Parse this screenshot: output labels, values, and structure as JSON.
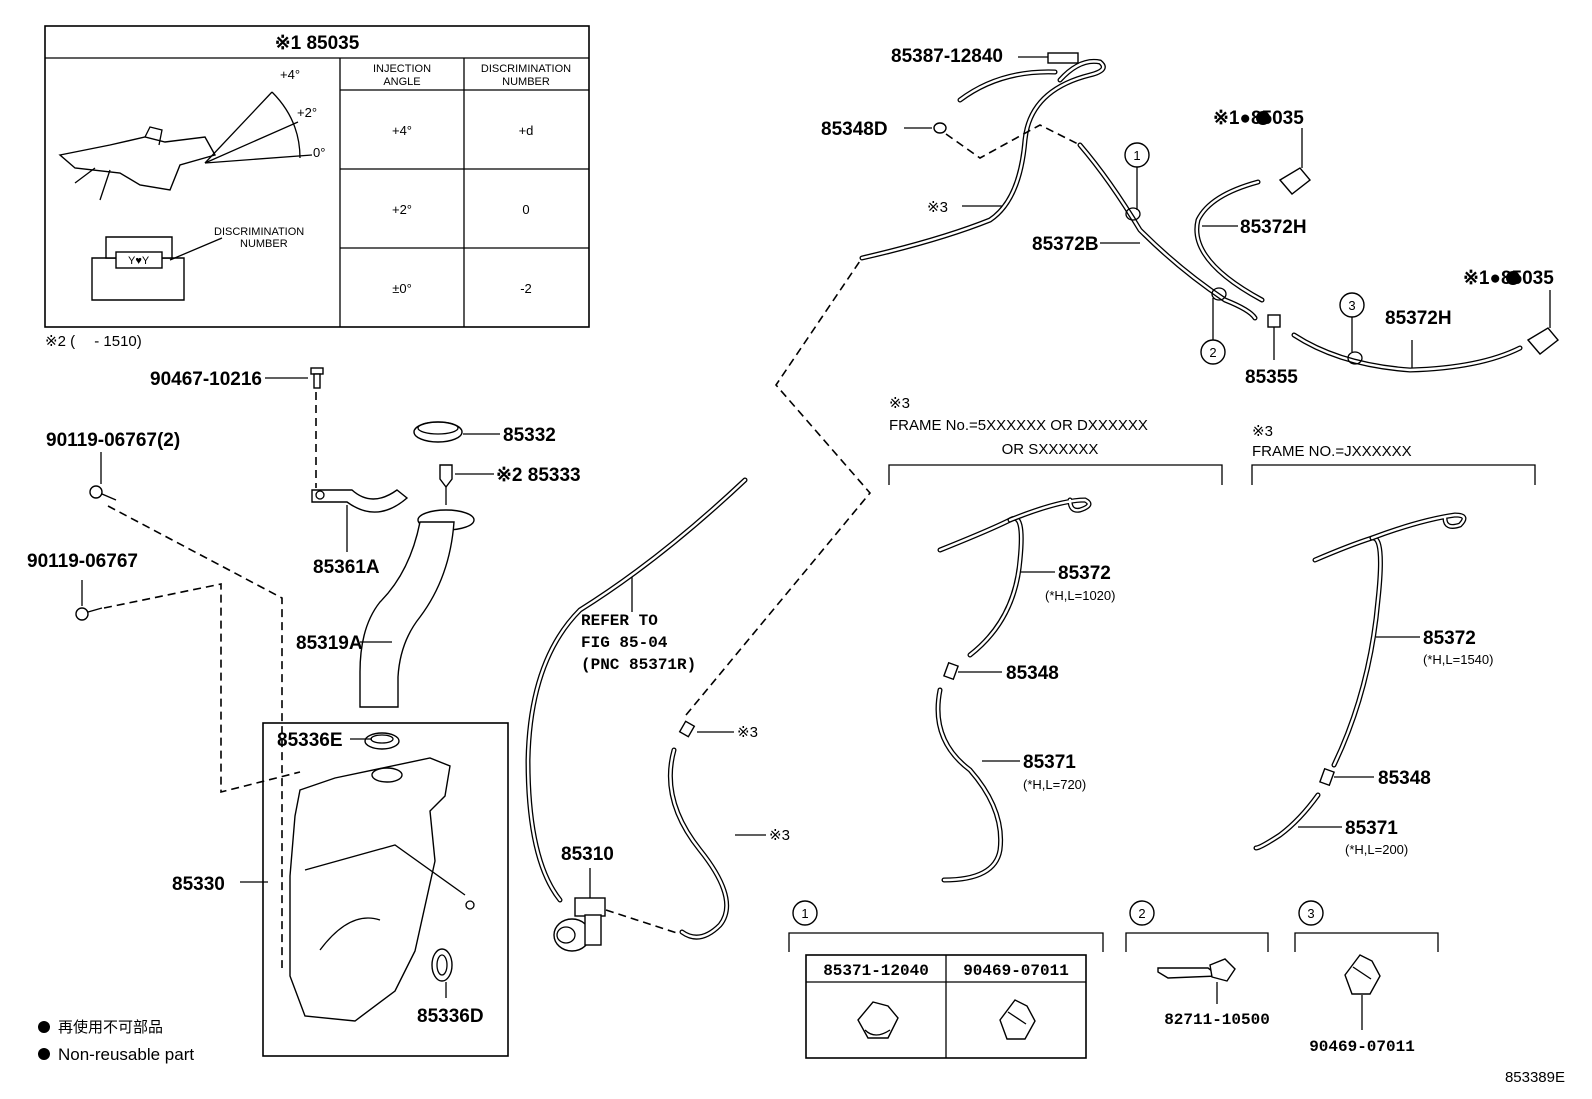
{
  "colors": {
    "line": "#000000",
    "background": "#ffffff"
  },
  "inset": {
    "title": "※1 85035",
    "angles": [
      "+4°",
      "+2°",
      "0°"
    ],
    "discrimination_label_1": "DISCRIMINATION",
    "discrimination_label_2": "NUMBER",
    "nozzle_mark": "Y♥Y",
    "header_col1_line1": "INJECTION",
    "header_col1_line2": "ANGLE",
    "header_col2_line1": "DISCRIMINATION",
    "header_col2_line2": "NUMBER",
    "rows": [
      {
        "angle": "+4°",
        "number": "+d"
      },
      {
        "angle": "+2°",
        "number": "0"
      },
      {
        "angle": "±0°",
        "number": "-2"
      }
    ]
  },
  "note_2": "※2 (　 - 1510)",
  "parts": {
    "p90467": "90467-10216",
    "p90119_2": "90119-06767(2)",
    "p90119": "90119-06767",
    "p85332": "85332",
    "p85333": "※2 85333",
    "p85361A": "85361A",
    "p85319A": "85319A",
    "p85336E": "85336E",
    "p85330": "85330",
    "p85336D": "85336D",
    "p85310": "85310",
    "refer_1": "REFER TO",
    "refer_2": "FIG 85-04",
    "refer_3": "(PNC 85371R)",
    "mark3_a": "※3",
    "mark3_b": "※3",
    "mark3_c": "※3",
    "p85387": "85387-12840",
    "p85348D": "85348D",
    "p85372B": "85372B",
    "p85035_a": "※1●85035",
    "p85035_b": "※1●85035",
    "p85372H_a": "85372H",
    "p85372H_b": "85372H",
    "p85355": "85355",
    "circle1": "1",
    "circle2": "2",
    "circle3": "3"
  },
  "variant_a": {
    "mark": "※3",
    "frame_line1": "FRAME No.=5XXXXXX OR DXXXXXX",
    "frame_line2": "OR SXXXXXX",
    "p85372": "85372",
    "p85372_spec": "(*H,L=1020)",
    "p85348": "85348",
    "p85371": "85371",
    "p85371_spec": "(*H,L=720)"
  },
  "variant_b": {
    "mark": "※3",
    "frame_line1": "FRAME NO.=JXXXXXX",
    "p85372": "85372",
    "p85372_spec": "(*H,L=1540)",
    "p85348": "85348",
    "p85371": "85371",
    "p85371_spec": "(*H,L=200)"
  },
  "clips": {
    "c1": "1",
    "c1_part_a": "85371-12040",
    "c1_part_b": "90469-07011",
    "c2": "2",
    "c2_part": "82711-10500",
    "c3": "3",
    "c3_part": "90469-07011"
  },
  "legend": {
    "jp": "再使用不可部品",
    "en": "Non-reusable part"
  },
  "ref_code": "853389E"
}
